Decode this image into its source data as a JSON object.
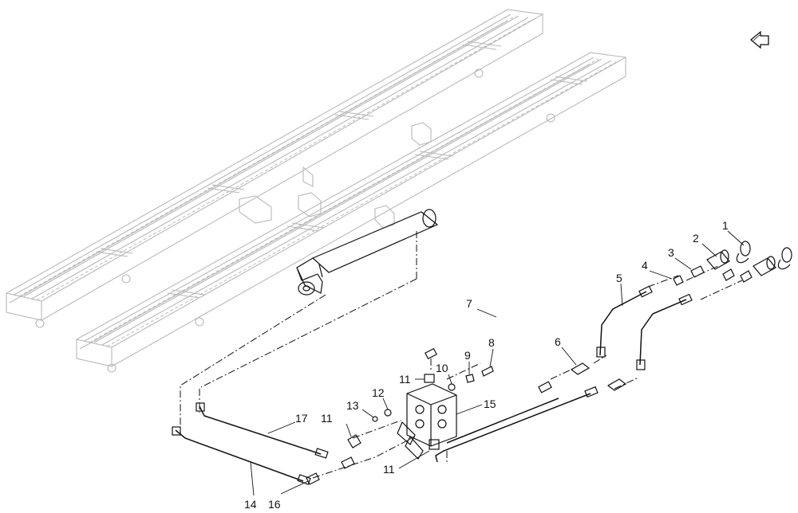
{
  "diagram": {
    "icons": {
      "back_arrow": "back-arrow-icon"
    },
    "callouts": [
      {
        "id": "c1",
        "label": "1"
      },
      {
        "id": "c2",
        "label": "2"
      },
      {
        "id": "c3",
        "label": "3"
      },
      {
        "id": "c4",
        "label": "4"
      },
      {
        "id": "c5",
        "label": "5"
      },
      {
        "id": "c6",
        "label": "6"
      },
      {
        "id": "c7",
        "label": "7"
      },
      {
        "id": "c8",
        "label": "8"
      },
      {
        "id": "c9",
        "label": "9"
      },
      {
        "id": "c10",
        "label": "10"
      },
      {
        "id": "c11a",
        "label": "11"
      },
      {
        "id": "c12",
        "label": "12"
      },
      {
        "id": "c13",
        "label": "13"
      },
      {
        "id": "c11b",
        "label": "11"
      },
      {
        "id": "c15",
        "label": "15"
      },
      {
        "id": "c17",
        "label": "17"
      },
      {
        "id": "c11c",
        "label": "11"
      },
      {
        "id": "c14",
        "label": "14"
      },
      {
        "id": "c16",
        "label": "16"
      }
    ]
  }
}
